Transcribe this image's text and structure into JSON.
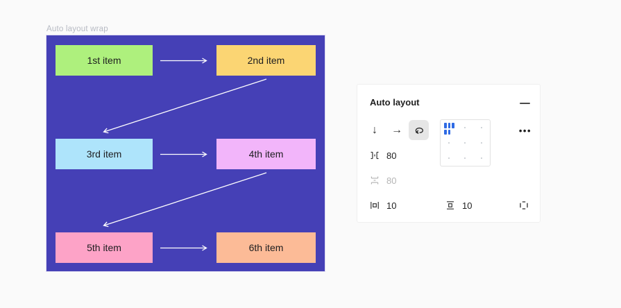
{
  "frame": {
    "label": "Auto layout wrap"
  },
  "canvas": {
    "background": "#4540b6",
    "arrow_color": "#ffffff",
    "items": [
      {
        "label": "1st item",
        "color": "#aef07d"
      },
      {
        "label": "2nd item",
        "color": "#fbd573"
      },
      {
        "label": "3rd item",
        "color": "#aee4fb"
      },
      {
        "label": "4th item",
        "color": "#f2b5fa"
      },
      {
        "label": "5th item",
        "color": "#fda3c7"
      },
      {
        "label": "6th item",
        "color": "#fcbb97"
      }
    ]
  },
  "panel": {
    "title": "Auto layout",
    "direction": {
      "down_glyph": "↓",
      "right_glyph": "→",
      "selected": "wrap"
    },
    "more_glyph": "•••",
    "accent_blue": "#2f6be4",
    "fields": {
      "horizontal_gap": {
        "value": "80"
      },
      "vertical_gap": {
        "value": "80",
        "disabled": true
      },
      "horizontal_padding": {
        "value": "10"
      },
      "vertical_padding": {
        "value": "10"
      }
    }
  }
}
